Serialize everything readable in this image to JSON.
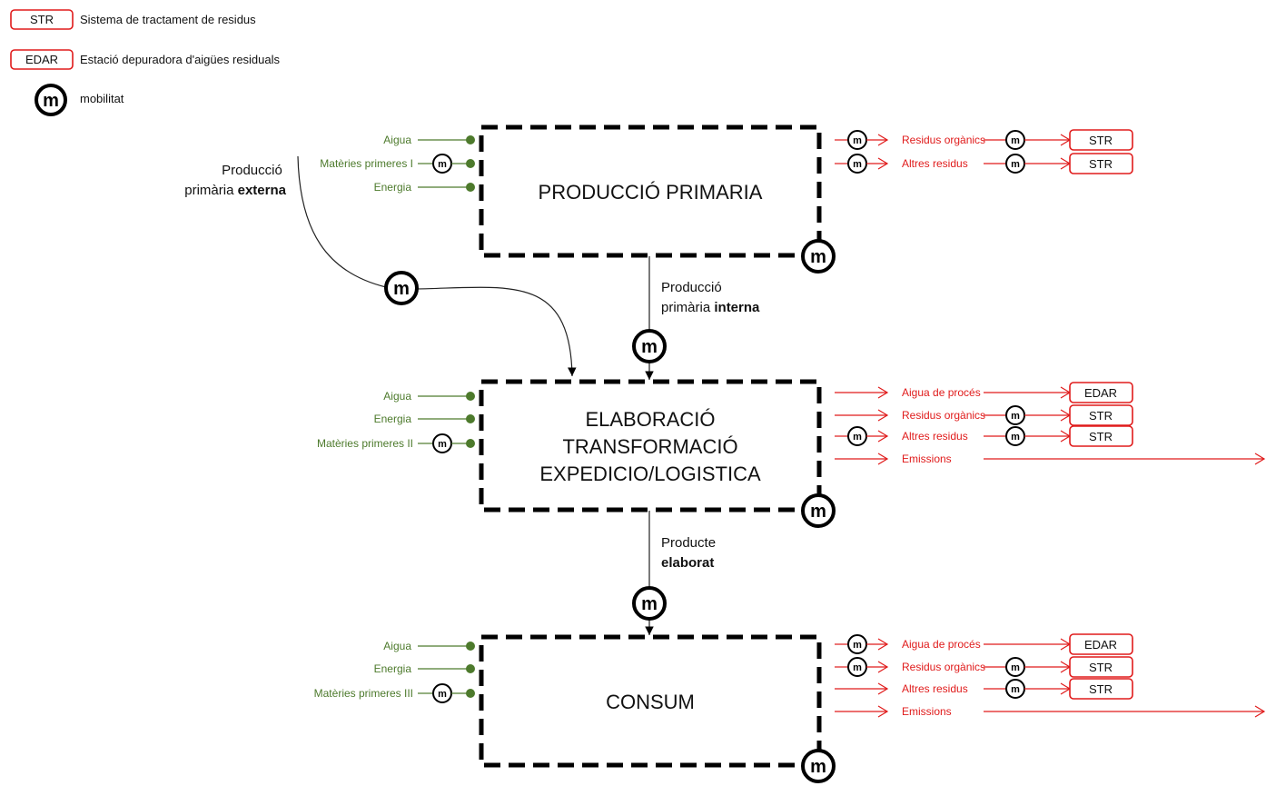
{
  "legend": {
    "str_code": "STR",
    "str_text": "Sistema de tractament de residus",
    "edar_code": "EDAR",
    "edar_text": "Estació depuradora d'aigües residuals",
    "m_symbol": "m",
    "m_text": "mobilitat"
  },
  "colors": {
    "input": "#4d7a2c",
    "output": "#e01b1b",
    "box": "#000000"
  },
  "icons": {
    "mobility": "mobility-icon",
    "input_node": "input-dot-icon",
    "arrow": "arrow-icon"
  },
  "external": {
    "line1": "Producció",
    "line2": "primària ",
    "line2_bold": "externa"
  },
  "flows": {
    "internal_line1": "Producció",
    "internal_line2": "primària ",
    "internal_line2_bold": "interna",
    "product_line1": "Producte",
    "product_line2_bold": "elaborat"
  },
  "stages": [
    {
      "title_lines": [
        "PRODUCCIÓ PRIMARIA"
      ],
      "inputs": [
        {
          "label": "Aigua",
          "mobility": false
        },
        {
          "label": "Matèries primeres I",
          "mobility": true
        },
        {
          "label": "Energia",
          "mobility": false
        }
      ],
      "outputs": [
        {
          "label": "Residus orgànics",
          "mobility_before": true,
          "mobility_after": true,
          "dest": "STR"
        },
        {
          "label": "Altres residus",
          "mobility_before": true,
          "mobility_after": true,
          "dest": "STR"
        }
      ]
    },
    {
      "title_lines": [
        "ELABORACIÓ",
        "TRANSFORMACIÓ",
        "EXPEDICIO/LOGISTICA"
      ],
      "inputs": [
        {
          "label": "Aigua",
          "mobility": false
        },
        {
          "label": "Energia",
          "mobility": false
        },
        {
          "label": "Matèries primeres II",
          "mobility": true
        }
      ],
      "outputs": [
        {
          "label": "Aigua de procés",
          "mobility_before": false,
          "mobility_after": false,
          "dest": "EDAR"
        },
        {
          "label": "Residus orgànics",
          "mobility_before": false,
          "mobility_after": true,
          "dest": "STR"
        },
        {
          "label": "Altres residus",
          "mobility_before": true,
          "mobility_after": true,
          "dest": "STR"
        },
        {
          "label": "Emissions",
          "mobility_before": false,
          "mobility_after": false,
          "dest": ""
        }
      ]
    },
    {
      "title_lines": [
        "CONSUM"
      ],
      "inputs": [
        {
          "label": "Aigua",
          "mobility": false
        },
        {
          "label": "Energia",
          "mobility": false
        },
        {
          "label": "Matèries primeres III",
          "mobility": true
        }
      ],
      "outputs": [
        {
          "label": "Aigua de procés",
          "mobility_before": true,
          "mobility_after": false,
          "dest": "EDAR"
        },
        {
          "label": "Residus orgànics",
          "mobility_before": true,
          "mobility_after": true,
          "dest": "STR"
        },
        {
          "label": "Altres residus",
          "mobility_before": false,
          "mobility_after": true,
          "dest": "STR"
        },
        {
          "label": "Emissions",
          "mobility_before": false,
          "mobility_after": false,
          "dest": ""
        }
      ]
    }
  ]
}
